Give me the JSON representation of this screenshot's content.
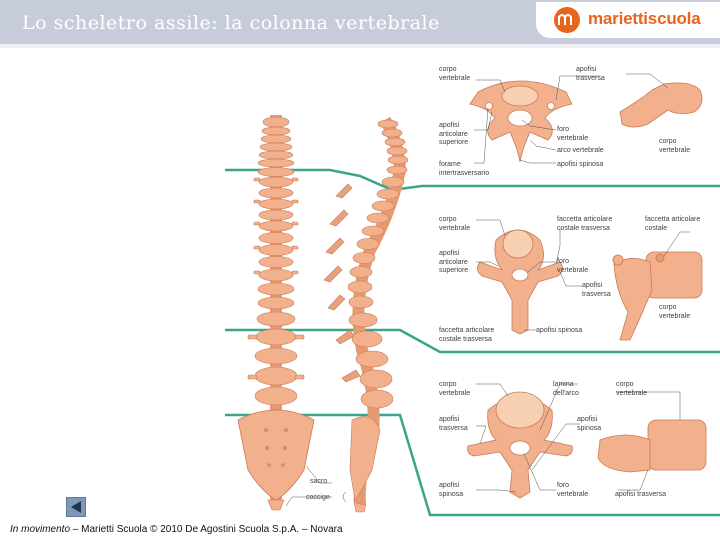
{
  "header": {
    "title": "Lo scheletro assile: la colonna vertebrale",
    "logo_text": "mariettiscuola"
  },
  "labels": {
    "cervical": {
      "corpo_vertebrale_left": "corpo\nvertebrale",
      "apofisi_trasversa": "apofisi\ntrasversa",
      "apofisi_articolare_superiore": "apofisi\narticolare\nsuperiore",
      "foro_vertebrale": "foro\nvertebrale",
      "arco_vertebrale": "arco vertebrale",
      "corpo_vertebrale_right": "corpo\nvertebrale",
      "forame_intertrasversario": "forame\nintertrasversario",
      "apofisi_spinosa": "apofisi spinosa"
    },
    "thoracic": {
      "corpo_vertebrale": "corpo\nvertebrale",
      "faccetta_articolare_costale_trasversa": "faccetta articolare\ncostale trasversa",
      "faccetta_articolare_costale": "faccetta articolare\ncostale",
      "apofisi_articolare_superiore": "apofisi\narticolare\nsuperiore",
      "foro_vertebrale": "foro\nvertebrale",
      "apofisi_trasversa": "apofisi\ntrasversa",
      "corpo_vertebrale_right": "corpo\nvertebrale",
      "faccetta_bottom": "faccetta articolare\ncostale trasversa",
      "apofisi_spinosa": "apofisi spinosa"
    },
    "lumbar": {
      "corpo_vertebrale": "corpo\nvertebrale",
      "lamina_arco": "lamina\ndell'arco",
      "corpo_vertebrale_right": "corpo\nvertebrale",
      "apofisi_trasversa": "apofisi\ntrasversa",
      "apofisi_spinosa_mid": "apofisi\nspinosa",
      "apofisi_spinosa_bottom": "apofisi\nspinosa",
      "foro_vertebrale": "foro\nvertebrale",
      "apofisi_trasversa_right": "apofisi trasversa"
    },
    "spine": {
      "sacro": "sacro",
      "coccige": "coccige"
    }
  },
  "footer": {
    "italic_part": "In movimento",
    "rest": " – Marietti Scuola © 2010 De Agostini Scuola S.p.A. – Novara"
  },
  "colors": {
    "bone": "#f2b08c",
    "bone_dark": "#d98a62",
    "connector": "#3aa58a",
    "header": "#c7ccdb",
    "logo": "#e8651c"
  }
}
